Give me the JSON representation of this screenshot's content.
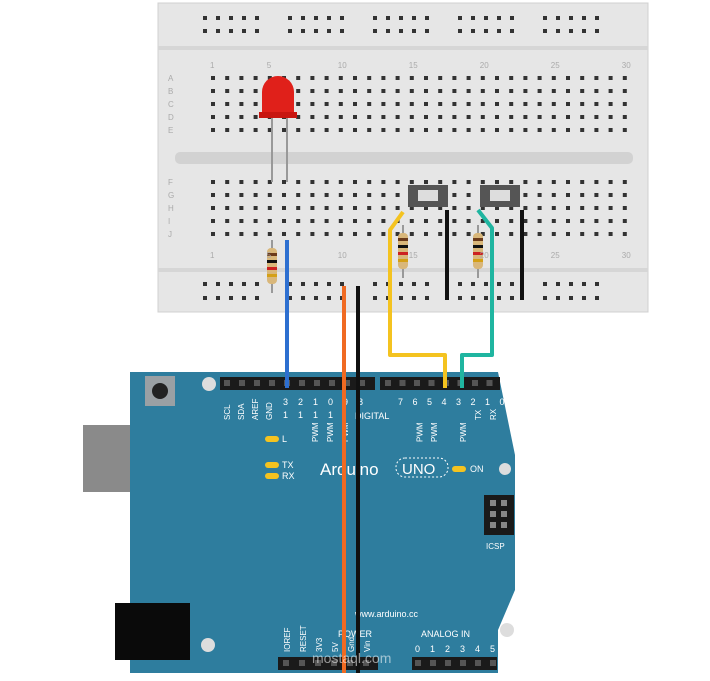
{
  "breadboard": {
    "row_letters_top": [
      "A",
      "B",
      "C",
      "D",
      "E"
    ],
    "row_letters_bottom": [
      "F",
      "G",
      "H",
      "I",
      "J"
    ],
    "column_numbers": [
      "1",
      "5",
      "10",
      "15",
      "20",
      "25",
      "30"
    ]
  },
  "arduino": {
    "brand": "Arduino",
    "model": "UNO",
    "website": "www.arduino.cc",
    "digital_label": "DIGITAL",
    "digital_pins_left": [
      "GND",
      "13",
      "12",
      "11",
      "10",
      "9",
      "8"
    ],
    "left_header_labels": [
      "SCL",
      "SDA",
      "AREF",
      "GND"
    ],
    "digital_pins_right": [
      "7",
      "6",
      "5",
      "4",
      "3",
      "2",
      "1",
      "0"
    ],
    "pwm_label": "PWM",
    "tx_pin": "TX",
    "rx_pin": "RX",
    "led_l": "L",
    "led_tx": "TX",
    "led_rx": "RX",
    "led_on": "ON",
    "icsp": "ICSP",
    "power_label": "POWER",
    "power_pins": [
      "IOREF",
      "RESET",
      "3V3",
      "5V",
      "Gnd",
      "Vin"
    ],
    "analog_label": "ANALOG IN",
    "analog_pins": [
      "0",
      "1",
      "2",
      "3",
      "4",
      "5"
    ]
  },
  "watermark": "mostaql.com",
  "colors": {
    "board": "#2e7d9e",
    "breadboard": "#e6e6e6",
    "blue_wire": "#2d6fd0",
    "orange_wire": "#f06a22",
    "black_wire": "#111111",
    "yellow_wire": "#f4c320",
    "teal_wire": "#1fb5a0",
    "led": "#e0201a"
  }
}
